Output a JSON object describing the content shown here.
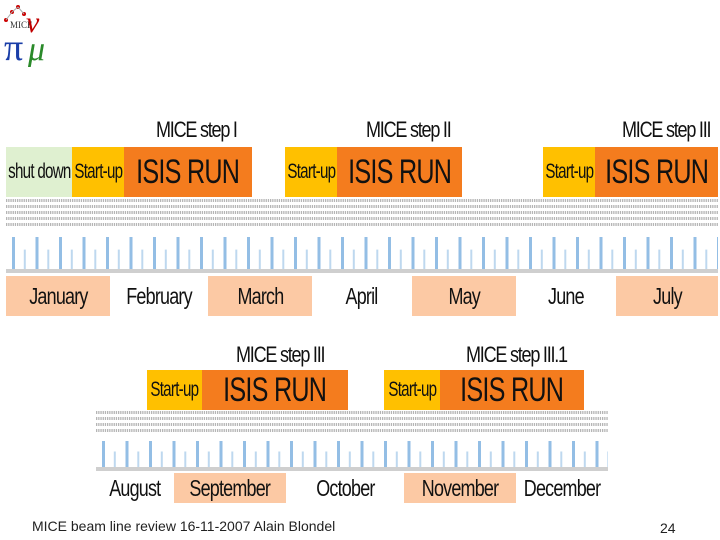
{
  "logo": {
    "text_top": "MICE",
    "symbol_pi": "π",
    "symbol_nu": "ν",
    "symbol_mu": "μ"
  },
  "row1": {
    "steps": [
      {
        "id": "step1",
        "label": "MICE step I"
      },
      {
        "id": "step2",
        "label": "MICE step II"
      },
      {
        "id": "step3",
        "label": "MICE step III"
      }
    ],
    "blocks": [
      {
        "kind": "shut",
        "label": "shut down"
      },
      {
        "kind": "start",
        "label": "Start-up"
      },
      {
        "kind": "isis",
        "label": "ISIS RUN"
      },
      {
        "kind": "start",
        "label": "Start-up"
      },
      {
        "kind": "isis",
        "label": "ISIS RUN"
      },
      {
        "kind": "start",
        "label": "Start-up"
      },
      {
        "kind": "isis",
        "label": "ISIS RUN"
      }
    ],
    "months": [
      "January",
      "February",
      "March",
      "April",
      "May",
      "June",
      "July"
    ]
  },
  "row2": {
    "steps": [
      {
        "id": "step3b",
        "label": "MICE step III"
      },
      {
        "id": "step31",
        "label": "MICE step III.1"
      }
    ],
    "blocks": [
      {
        "kind": "start",
        "label": "Start-up"
      },
      {
        "kind": "isis",
        "label": "ISIS RUN"
      },
      {
        "kind": "start",
        "label": "Start-up"
      },
      {
        "kind": "isis",
        "label": "ISIS RUN"
      }
    ],
    "months": [
      "August",
      "September",
      "October",
      "November",
      "December"
    ]
  },
  "footer": {
    "text": "MICE beam line review 16-11-2007 Alain Blondel",
    "page": "24"
  },
  "colors": {
    "isis": "#f47c1e",
    "startup": "#ffc000",
    "shutdown": "#dff0d0",
    "month_shade": "#fcc9a4",
    "tick": "#6fa8dc"
  }
}
